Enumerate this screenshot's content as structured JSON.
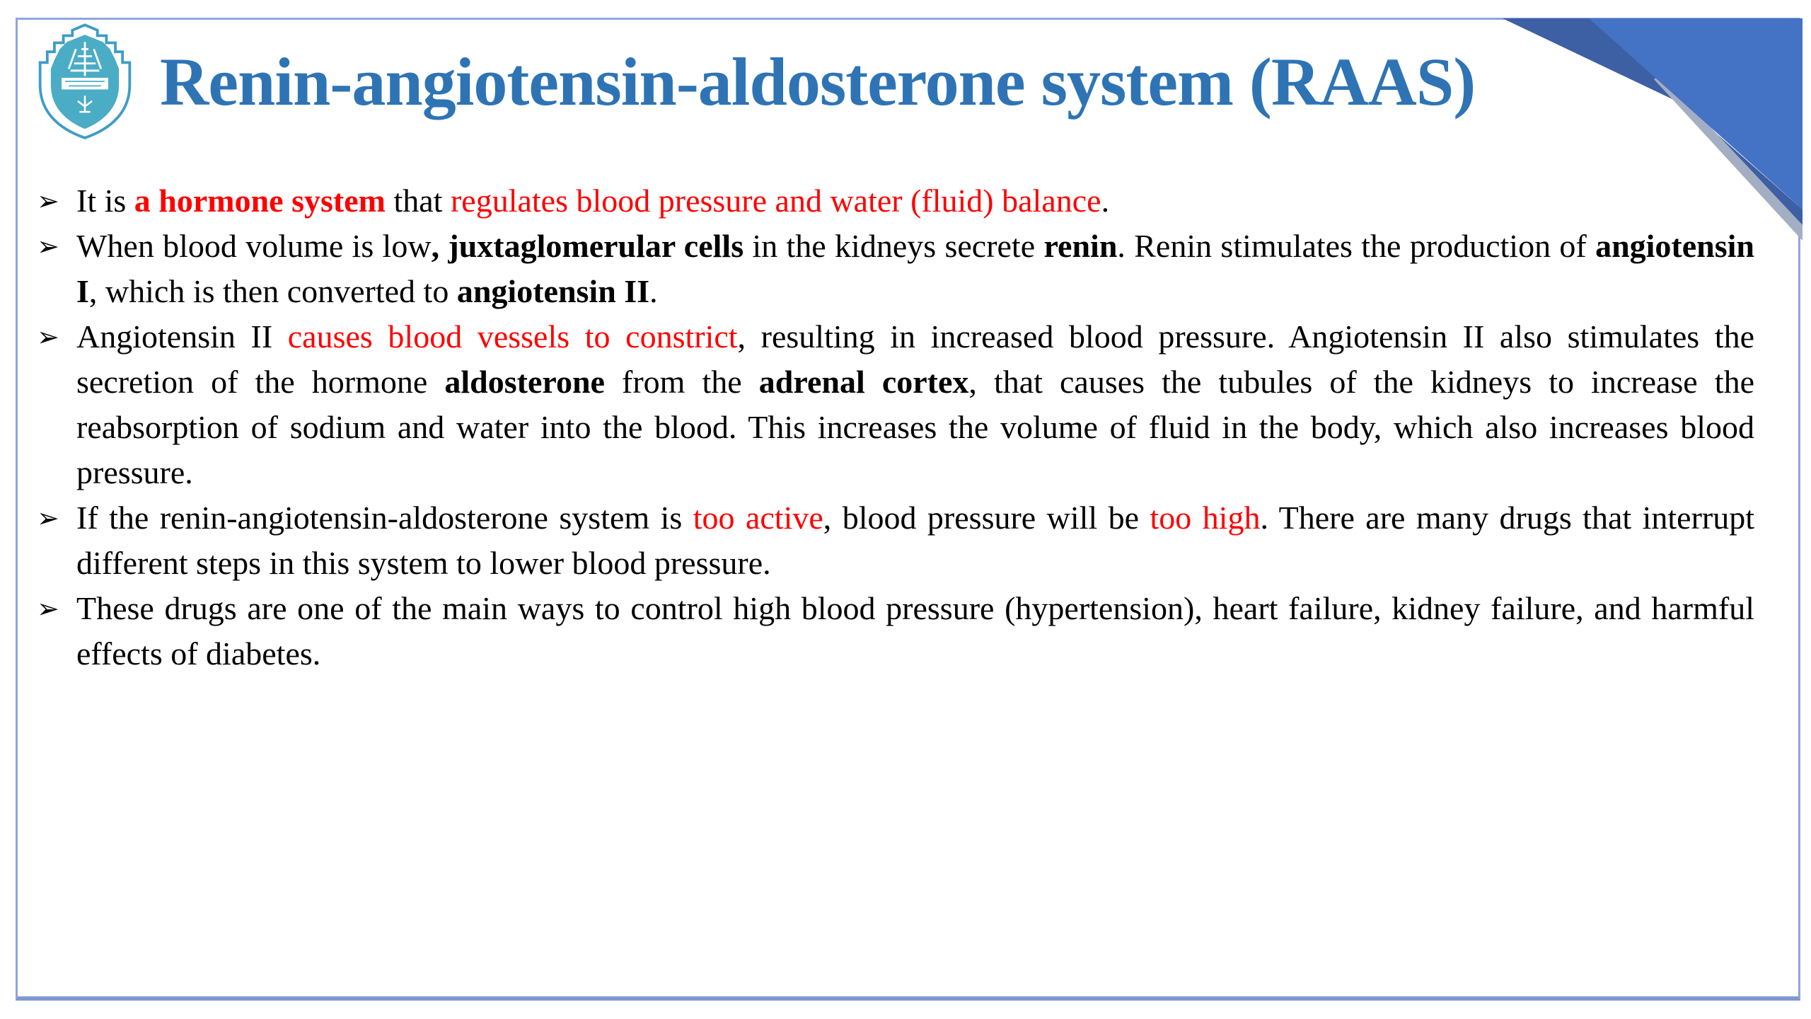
{
  "slide": {
    "title": "Renin-angiotensin-aldosterone system (RAAS)",
    "logo": "university-crest",
    "colors": {
      "title_blue": "#2E74B5",
      "emphasis_red": "#FF0000",
      "body_black": "#000000",
      "border_blue": "#8FA6DC",
      "corner_bright_blue": "#4472C4",
      "corner_dark_blue": "#3D5FA4",
      "corner_gray": "#A3AEC2",
      "logo_teal": "#4BACC6"
    },
    "bullets": [
      {
        "marker": "➢",
        "segments": [
          {
            "text": "It is "
          },
          {
            "text": "a hormone system"
          },
          {
            "text": " that "
          },
          {
            "text": "regulates blood pressure and water (fluid) balance"
          },
          {
            "text": "."
          }
        ]
      },
      {
        "marker": "➢",
        "segments": [
          {
            "text": " When blood volume is low"
          },
          {
            "text": ", juxtaglomerular cells"
          },
          {
            "text": " in the kidneys secrete "
          },
          {
            "text": "renin"
          },
          {
            "text": ". Renin stimulates the production of "
          },
          {
            "text": "angiotensin I"
          },
          {
            "text": ", which is then converted to "
          },
          {
            "text": "angiotensin II"
          },
          {
            "text": "."
          }
        ]
      },
      {
        "marker": "➢",
        "segments": [
          {
            "text": "Angiotensin II "
          },
          {
            "text": "causes blood vessels to constrict"
          },
          {
            "text": ", resulting in increased blood pressure. Angiotensin II also stimulates the secretion of the hormone "
          },
          {
            "text": "aldosterone"
          },
          {
            "text": " from the "
          },
          {
            "text": "adrenal cortex"
          },
          {
            "text": ", that causes the tubules of the kidneys to increase the reabsorption of sodium and water into the blood. This increases the volume of fluid in the body, which also increases blood pressure."
          }
        ]
      },
      {
        "marker": "➢",
        "segments": [
          {
            "text": "If the renin-angiotensin-aldosterone system is "
          },
          {
            "text": "too active"
          },
          {
            "text": ", blood pressure will be "
          },
          {
            "text": "too high"
          },
          {
            "text": ". There are many drugs that interrupt different steps in this system to lower blood pressure."
          }
        ]
      },
      {
        "marker": "➢",
        "segments": [
          {
            "text": "These drugs are one of the main ways to control high blood pressure (hypertension), heart failure, kidney failure, and harmful effects of diabetes."
          }
        ]
      }
    ]
  }
}
